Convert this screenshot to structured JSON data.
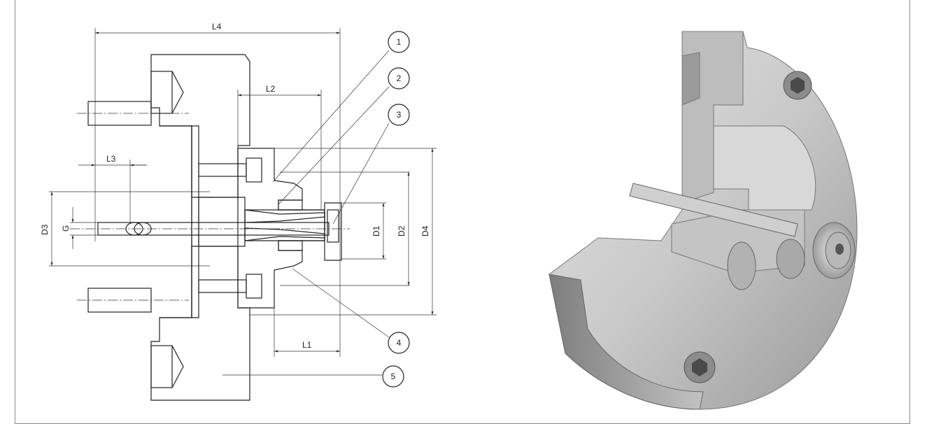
{
  "drawing": {
    "dimensions": [
      {
        "key": "L4",
        "label": "L4"
      },
      {
        "key": "L2",
        "label": "L2"
      },
      {
        "key": "L3",
        "label": "L3"
      },
      {
        "key": "L1",
        "label": "L1"
      },
      {
        "key": "D3",
        "label": "D3"
      },
      {
        "key": "G",
        "label": "G"
      },
      {
        "key": "D1",
        "label": "D1"
      },
      {
        "key": "D2",
        "label": "D2"
      },
      {
        "key": "D4",
        "label": "D4"
      }
    ],
    "callouts": [
      "1",
      "2",
      "3",
      "4",
      "5"
    ]
  },
  "colors": {
    "line": "#222222",
    "metal_light": "#dcdcdc",
    "metal_dark": "#8a8a8a",
    "frame": "#8a8a8a"
  }
}
